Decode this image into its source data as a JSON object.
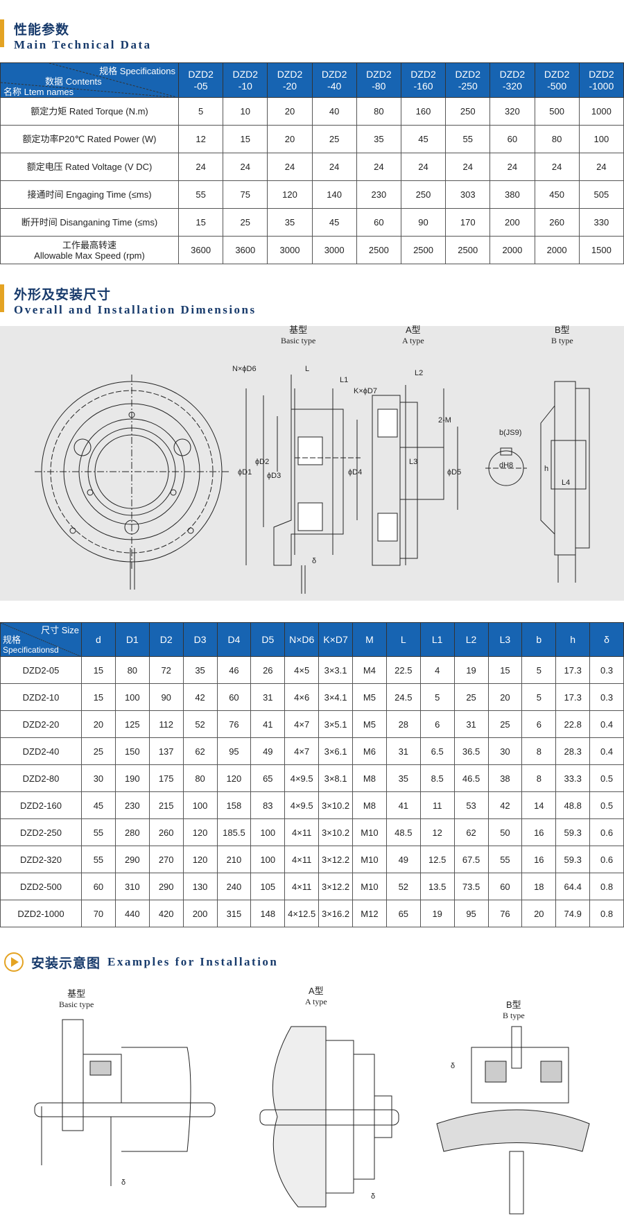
{
  "section1": {
    "zh": "性能参数",
    "en": "Main Technical Data"
  },
  "table1": {
    "corner": {
      "top": "规格 Specifications",
      "mid": "数据 Contents",
      "bot": "名称 Ltem names"
    },
    "models": [
      "DZD2\n-05",
      "DZD2\n-10",
      "DZD2\n-20",
      "DZD2\n-40",
      "DZD2\n-80",
      "DZD2\n-160",
      "DZD2\n-250",
      "DZD2\n-320",
      "DZD2\n-500",
      "DZD2\n-1000"
    ],
    "rows": [
      {
        "label": "额定力矩 Rated Torque (N.m)",
        "values": [
          "5",
          "10",
          "20",
          "40",
          "80",
          "160",
          "250",
          "320",
          "500",
          "1000"
        ]
      },
      {
        "label": "额定功率P20℃ Rated Power (W)",
        "values": [
          "12",
          "15",
          "20",
          "25",
          "35",
          "45",
          "55",
          "60",
          "80",
          "100"
        ]
      },
      {
        "label": "额定电压 Rated Voltage (V DC)",
        "values": [
          "24",
          "24",
          "24",
          "24",
          "24",
          "24",
          "24",
          "24",
          "24",
          "24"
        ]
      },
      {
        "label": "接通时间 Engaging Time (≤ms)",
        "values": [
          "55",
          "75",
          "120",
          "140",
          "230",
          "250",
          "303",
          "380",
          "450",
          "505"
        ]
      },
      {
        "label": "断开时间 Disanganing Time (≤ms)",
        "values": [
          "15",
          "25",
          "35",
          "45",
          "60",
          "90",
          "170",
          "200",
          "260",
          "330"
        ]
      },
      {
        "label": "工作最高转速\nAllowable Max Speed (rpm)",
        "values": [
          "3600",
          "3600",
          "3000",
          "3000",
          "2500",
          "2500",
          "2500",
          "2000",
          "2000",
          "1500"
        ]
      }
    ]
  },
  "section2": {
    "zh": "外形及安装尺寸",
    "en": "Overall and Installation Dimensions"
  },
  "drawing": {
    "basic": {
      "zh": "基型",
      "en": "Basic type"
    },
    "a": {
      "zh": "A型",
      "en": "A type"
    },
    "b": {
      "zh": "B型",
      "en": "B type"
    },
    "labels": {
      "nd6": "N×ϕD6",
      "l": "L",
      "l1": "L1",
      "kd7": "K×ϕD7",
      "l2": "L2",
      "m": "2-M",
      "bjs9": "b(JS9)",
      "d1": "ϕD1",
      "d2": "ϕD2",
      "d3": "ϕD3",
      "d4": "ϕD4",
      "d5": "ϕD5",
      "l3": "L3",
      "dh8": "dH8",
      "h": "h",
      "l4": "L4",
      "delta": "δ"
    }
  },
  "table2": {
    "corner": {
      "top": "尺寸 Size",
      "zh": "规格",
      "en": "Specificationsd"
    },
    "headers": [
      "d",
      "D1",
      "D2",
      "D3",
      "D4",
      "D5",
      "N×D6",
      "K×D7",
      "M",
      "L",
      "L1",
      "L2",
      "L3",
      "b",
      "h",
      "δ"
    ],
    "rows": [
      [
        "DZD2-05",
        "15",
        "80",
        "72",
        "35",
        "46",
        "26",
        "4×5",
        "3×3.1",
        "M4",
        "22.5",
        "4",
        "19",
        "15",
        "5",
        "17.3",
        "0.3"
      ],
      [
        "DZD2-10",
        "15",
        "100",
        "90",
        "42",
        "60",
        "31",
        "4×6",
        "3×4.1",
        "M5",
        "24.5",
        "5",
        "25",
        "20",
        "5",
        "17.3",
        "0.3"
      ],
      [
        "DZD2-20",
        "20",
        "125",
        "112",
        "52",
        "76",
        "41",
        "4×7",
        "3×5.1",
        "M5",
        "28",
        "6",
        "31",
        "25",
        "6",
        "22.8",
        "0.4"
      ],
      [
        "DZD2-40",
        "25",
        "150",
        "137",
        "62",
        "95",
        "49",
        "4×7",
        "3×6.1",
        "M6",
        "31",
        "6.5",
        "36.5",
        "30",
        "8",
        "28.3",
        "0.4"
      ],
      [
        "DZD2-80",
        "30",
        "190",
        "175",
        "80",
        "120",
        "65",
        "4×9.5",
        "3×8.1",
        "M8",
        "35",
        "8.5",
        "46.5",
        "38",
        "8",
        "33.3",
        "0.5"
      ],
      [
        "DZD2-160",
        "45",
        "230",
        "215",
        "100",
        "158",
        "83",
        "4×9.5",
        "3×10.2",
        "M8",
        "41",
        "11",
        "53",
        "42",
        "14",
        "48.8",
        "0.5"
      ],
      [
        "DZD2-250",
        "55",
        "280",
        "260",
        "120",
        "185.5",
        "100",
        "4×11",
        "3×10.2",
        "M10",
        "48.5",
        "12",
        "62",
        "50",
        "16",
        "59.3",
        "0.6"
      ],
      [
        "DZD2-320",
        "55",
        "290",
        "270",
        "120",
        "210",
        "100",
        "4×11",
        "3×12.2",
        "M10",
        "49",
        "12.5",
        "67.5",
        "55",
        "16",
        "59.3",
        "0.6"
      ],
      [
        "DZD2-500",
        "60",
        "310",
        "290",
        "130",
        "240",
        "105",
        "4×11",
        "3×12.2",
        "M10",
        "52",
        "13.5",
        "73.5",
        "60",
        "18",
        "64.4",
        "0.8"
      ],
      [
        "DZD2-1000",
        "70",
        "440",
        "420",
        "200",
        "315",
        "148",
        "4×12.5",
        "3×16.2",
        "M12",
        "65",
        "19",
        "95",
        "76",
        "20",
        "74.9",
        "0.8"
      ]
    ]
  },
  "section3": {
    "zh": "安装示意图",
    "en": "Examples for Installation"
  },
  "install": {
    "basic": {
      "zh": "基型",
      "en": "Basic type"
    },
    "a": {
      "zh": "A型",
      "en": "A type"
    },
    "b": {
      "zh": "B型",
      "en": "B type"
    },
    "delta": "δ"
  }
}
